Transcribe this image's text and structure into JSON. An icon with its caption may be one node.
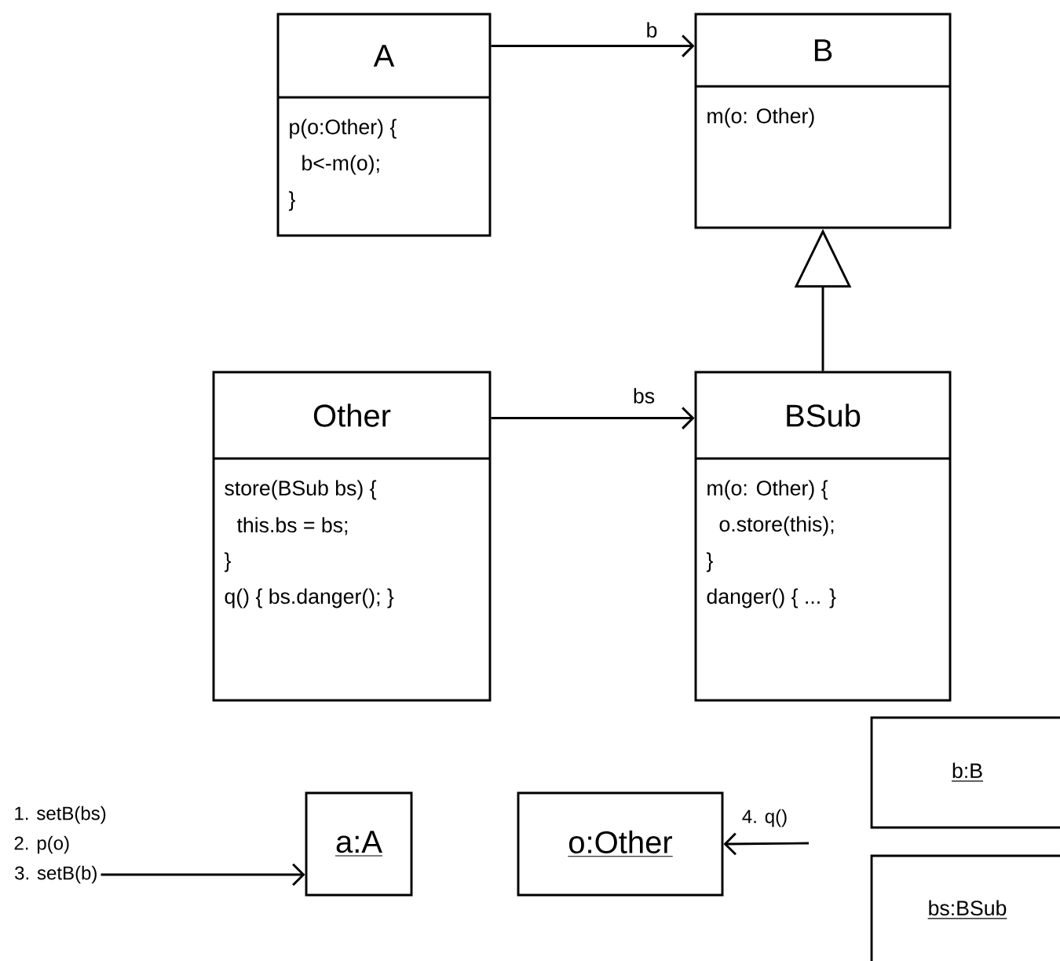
{
  "diagram": {
    "nodes": [
      {
        "text": [
          "A",
          "p(o:Other) {",
          "b<-m(o);",
          "}"
        ]
      },
      {
        "text": [
          "B",
          "m(o: Other)"
        ]
      },
      {
        "text": [
          "Other",
          "store(BSub bs) {",
          "this.bs = bs;",
          "}",
          "q() { bs.danger(); }"
        ]
      },
      {
        "text": [
          "BSub",
          "m(o: Other) {",
          "o.store(this);",
          "}",
          "danger() { ... }"
        ]
      },
      {
        "text": [
          "a:A"
        ]
      },
      {
        "text": [
          "o:Other"
        ]
      },
      {
        "text": [
          "b:B"
        ]
      },
      {
        "text": [
          "bs:BSub"
        ]
      },
      {
        "text": [
          "3. setB(b)"
        ]
      }
    ],
    "edges": [
      {
        "from": 0,
        "to": 1,
        "arrow": "to",
        "label": "b"
      },
      {
        "from": 3,
        "to": 1,
        "arrow": "to"
      },
      {
        "from": 2,
        "to": 3,
        "arrow": "to",
        "label": "bs"
      },
      {
        "from": 8,
        "to": 4,
        "arrow": "to"
      },
      {
        "from": null,
        "to": 5,
        "arrow": "to",
        "label": "4. q()"
      }
    ],
    "labels": [
      "1. setB(bs)",
      "2. p(o)"
    ]
  }
}
